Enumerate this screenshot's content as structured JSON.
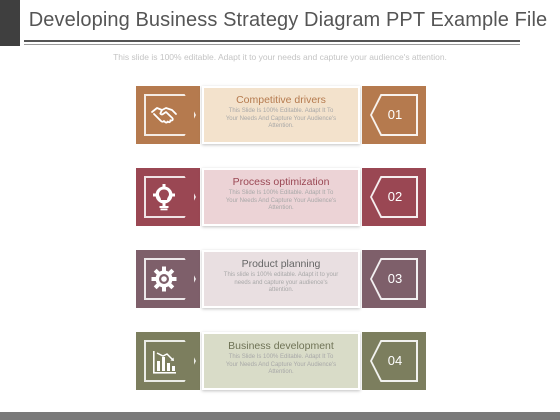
{
  "header": {
    "title": "Developing Business Strategy Diagram PPT Example File",
    "subtitle": "This slide is 100% editable. Adapt it to your needs and capture your audience's attention."
  },
  "steps": [
    {
      "heading": "Competitive drivers",
      "description": "This Slide Is 100% Editable. Adapt It To Your Needs And Capture Your Audience's Attention.",
      "number": "01",
      "icon": "handshake-icon",
      "color": "#b57a4e",
      "card_color": "#f3e2cc",
      "heading_color": "#b57a4e"
    },
    {
      "heading": "Process optimization",
      "description": "This Slide Is 100% Editable. Adapt It To Your Needs And Capture Your Audience's Attention.",
      "number": "02",
      "icon": "lightbulb-gear-icon",
      "color": "#9a4753",
      "card_color": "#ecd3d6",
      "heading_color": "#9a4753"
    },
    {
      "heading": "Product planning",
      "description": "This slide is 100% editable. Adapt it to your needs and capture your audience's attention.",
      "number": "03",
      "icon": "gear-icon",
      "color": "#7e5f6a",
      "card_color": "#e9dfe1",
      "heading_color": "#666666"
    },
    {
      "heading": "Business development",
      "description": "This Slide Is 100% Editable. Adapt It To Your Needs And Capture Your Audience's Attention.",
      "number": "04",
      "icon": "bar-chart-icon",
      "color": "#7c7e5e",
      "card_color": "#d9dcc8",
      "heading_color": "#6f7356"
    }
  ]
}
